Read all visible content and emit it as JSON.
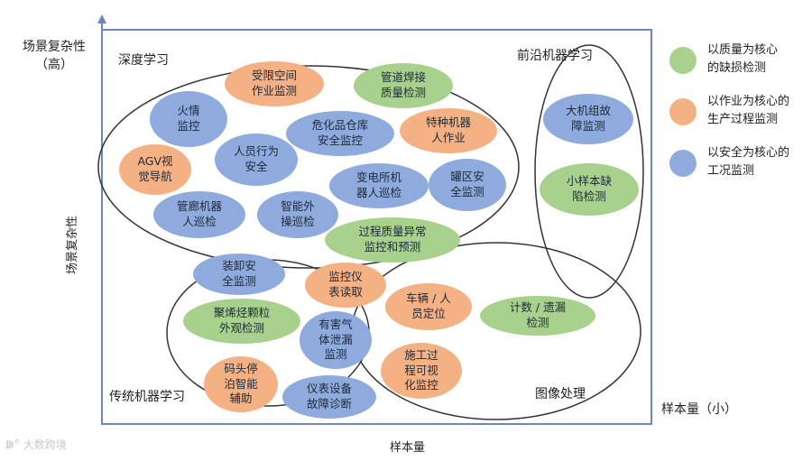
{
  "y_axis": {
    "label": "场景复杂性",
    "top_label": "场景复杂性\n（高）"
  },
  "x_axis": {
    "label": "样本量",
    "right_label": "样本量（小）"
  },
  "regions": {
    "deep_learning": "深度学习",
    "frontier_ml": "前沿机器学习",
    "traditional_ml": "传统机器学习",
    "image_processing": "图像处理"
  },
  "categories": {
    "quality": {
      "label": "以质量为核心的缺损检测",
      "color": "#a8d18d",
      "text": "以质量为核心\n的缺损检测"
    },
    "production": {
      "label": "以作业为核心的生产过程监测",
      "color": "#f4b183",
      "text": "以作业为核心的\n生产过程监测"
    },
    "safety": {
      "label": "以安全为核心的工况监测",
      "color": "#8faadc",
      "text": "以安全为核心的\n工况监测"
    }
  },
  "bubbles": [
    {
      "id": "confined-space",
      "text": "受限空间\n作业监测",
      "category": "production"
    },
    {
      "id": "pipeline-welding",
      "text": "管道焊接\n质量检测",
      "category": "quality"
    },
    {
      "id": "fire",
      "text": "火情\n监控",
      "category": "safety"
    },
    {
      "id": "hazmat-warehouse",
      "text": "危化品仓库\n安全监控",
      "category": "safety"
    },
    {
      "id": "special-machinery",
      "text": "特种机器\n人作业",
      "category": "production"
    },
    {
      "id": "agv",
      "text": "AGV视\n觉导航",
      "category": "production"
    },
    {
      "id": "personnel-behavior",
      "text": "人员行为\n安全",
      "category": "safety"
    },
    {
      "id": "substation-robot",
      "text": "变电所机\n器人巡检",
      "category": "safety"
    },
    {
      "id": "tank-area",
      "text": "罐区安\n全监测",
      "category": "safety"
    },
    {
      "id": "gallery-robot",
      "text": "管廊机器\n人巡检",
      "category": "safety"
    },
    {
      "id": "smart-patrol",
      "text": "智能外\n操巡检",
      "category": "safety"
    },
    {
      "id": "process-quality",
      "text": "过程质量异常\n监控和预测",
      "category": "quality"
    },
    {
      "id": "large-unit-fault",
      "text": "大机组故\n障监测",
      "category": "safety"
    },
    {
      "id": "small-sample-defect",
      "text": "小样本缺\n陷检测",
      "category": "quality"
    },
    {
      "id": "loading-safety",
      "text": "装卸安\n全监测",
      "category": "safety"
    },
    {
      "id": "meter-reading",
      "text": "监控仪\n表读取",
      "category": "production"
    },
    {
      "id": "vehicle-location",
      "text": "车辆 / 人\n员定位",
      "category": "production"
    },
    {
      "id": "count-miss",
      "text": "计数 / 遗漏\n检测",
      "category": "quality"
    },
    {
      "id": "polyolefin",
      "text": "聚烯烃颗粒\n外观检测",
      "category": "quality"
    },
    {
      "id": "toxic-gas",
      "text": "有害气\n体泄漏\n监测",
      "category": "safety"
    },
    {
      "id": "construction",
      "text": "施工过\n程可视\n化监控",
      "category": "production"
    },
    {
      "id": "dock-berthing",
      "text": "码头停\n泊智能\n辅助",
      "category": "production"
    },
    {
      "id": "instrument-fault",
      "text": "仪表设备\n故障诊断",
      "category": "safety"
    }
  ],
  "watermark": "大数跨境"
}
